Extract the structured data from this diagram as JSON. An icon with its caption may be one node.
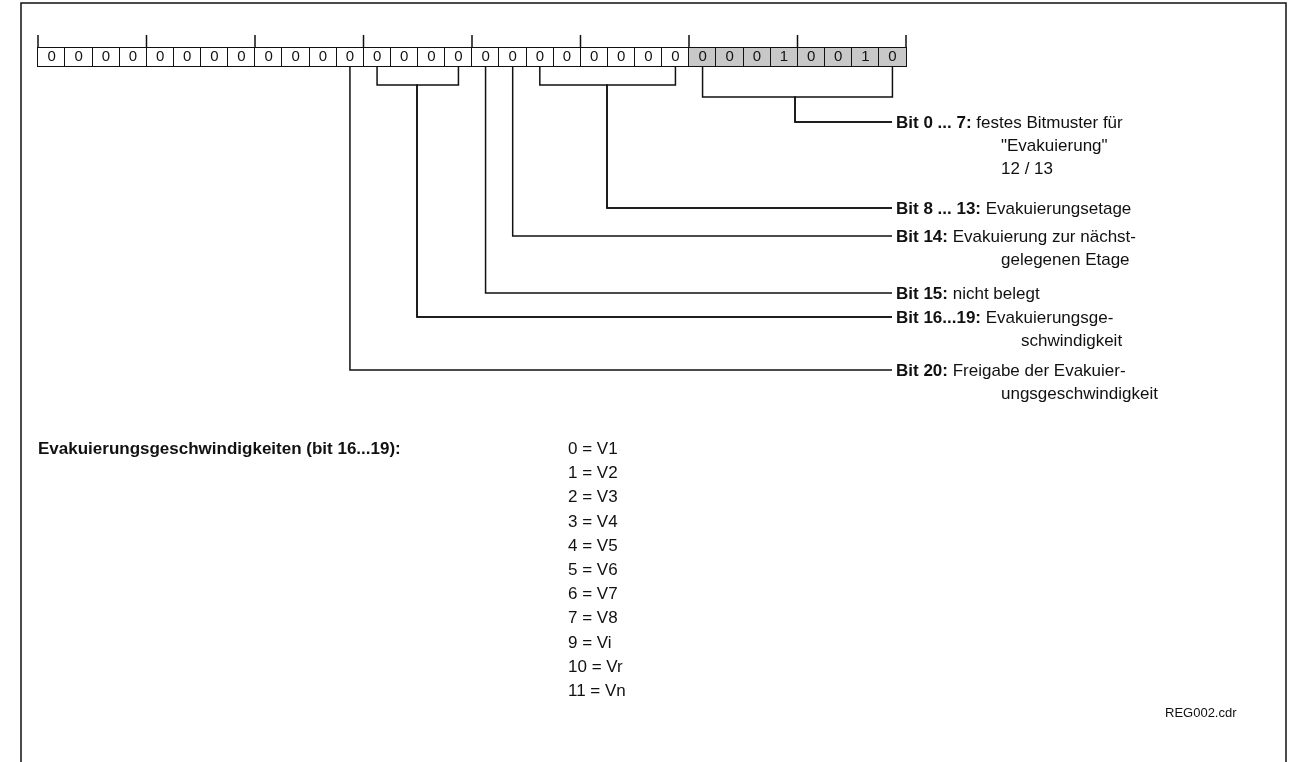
{
  "diagram": {
    "nodes": [
      {
        "text": [
          "0"
        ]
      },
      {
        "text": [
          "0"
        ]
      },
      {
        "text": [
          "0"
        ]
      },
      {
        "text": [
          "0"
        ]
      },
      {
        "text": [
          "0"
        ]
      },
      {
        "text": [
          "0"
        ]
      },
      {
        "text": [
          "0"
        ]
      },
      {
        "text": [
          "0"
        ]
      },
      {
        "text": [
          "0"
        ]
      },
      {
        "text": [
          "0"
        ]
      },
      {
        "text": [
          "0"
        ]
      },
      {
        "text": [
          "0"
        ]
      },
      {
        "text": [
          "0"
        ]
      },
      {
        "text": [
          "0"
        ]
      },
      {
        "text": [
          "0"
        ]
      },
      {
        "text": [
          "0"
        ]
      },
      {
        "text": [
          "0"
        ]
      },
      {
        "text": [
          "0"
        ]
      },
      {
        "text": [
          "0"
        ]
      },
      {
        "text": [
          "0"
        ]
      },
      {
        "text": [
          "0"
        ]
      },
      {
        "text": [
          "0"
        ]
      },
      {
        "text": [
          "0"
        ]
      },
      {
        "text": [
          "0"
        ]
      },
      {
        "text": [
          "0"
        ]
      },
      {
        "text": [
          "0"
        ]
      },
      {
        "text": [
          "0"
        ]
      },
      {
        "text": [
          "1"
        ]
      },
      {
        "text": [
          "0"
        ]
      },
      {
        "text": [
          "0"
        ]
      },
      {
        "text": [
          "1"
        ]
      },
      {
        "text": [
          "0"
        ]
      },
      {
        "text": [
          "**Bit 0 ... 7:** festes Bitmuster für \"Evakuierung\"",
          "12 / 13"
        ]
      },
      {
        "text": [
          "**Bit 8 ... 13:** Evakuierungsetage"
        ]
      },
      {
        "text": [
          "**Bit 14:** Evakuierung zur nächst- gelegenen Etage"
        ]
      },
      {
        "text": [
          "**Bit 15:** nicht belegt"
        ]
      },
      {
        "text": [
          "**Bit 16...19:** Evakuierungsge- schwindigkeit"
        ]
      },
      {
        "text": [
          "**Bit 20:** Freigabe der Evakuier- ungsgeschwindigkeit"
        ]
      }
    ],
    "edges": [
      {
        "from": 32,
        "to": 24,
        "arrow": "none"
      },
      {
        "from": 32,
        "to": 31,
        "arrow": "none"
      },
      {
        "from": 33,
        "to": 18,
        "arrow": "none"
      },
      {
        "from": 33,
        "to": 23,
        "arrow": "none"
      },
      {
        "from": 34,
        "to": 17,
        "arrow": "none"
      },
      {
        "from": 35,
        "to": 16,
        "arrow": "none"
      },
      {
        "from": 36,
        "to": 12,
        "arrow": "none"
      },
      {
        "from": 36,
        "to": 15,
        "arrow": "none"
      },
      {
        "from": 37,
        "to": 11,
        "arrow": "none"
      }
    ],
    "labels": [
      "Evakuierungsgeschwindigkeiten (bit 16...19):",
      "0 = V1",
      "1 = V2",
      "2 = V3",
      "3 = V4",
      "4 = V5",
      "5 = V6",
      "6 = V7",
      "7 = V8",
      "9 = Vi",
      "10 = Vr",
      "11 = Vn",
      "REG002.cdr"
    ]
  }
}
